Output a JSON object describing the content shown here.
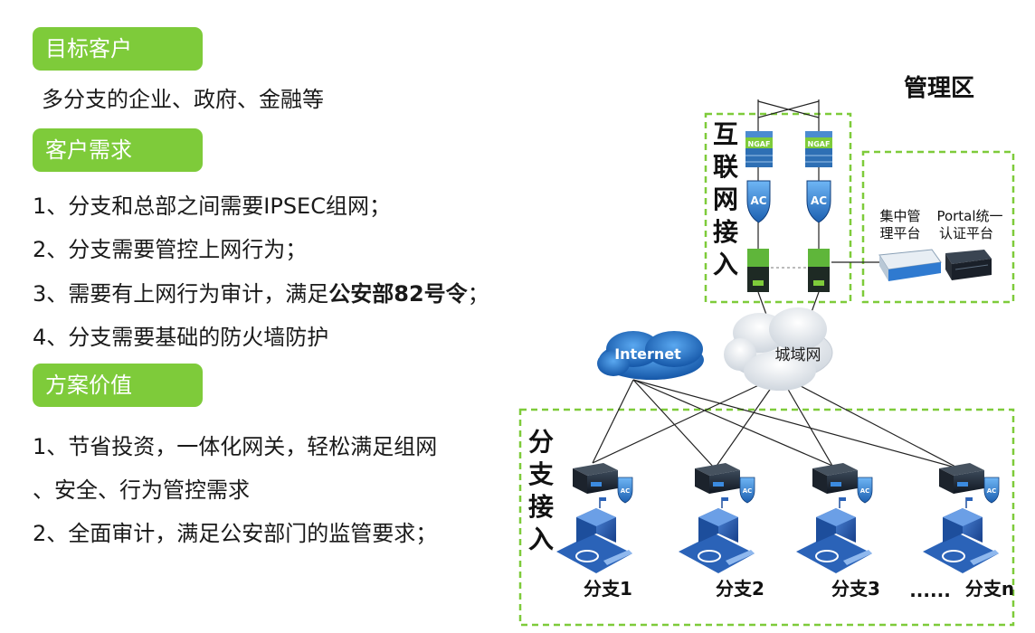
{
  "left": {
    "target_header": "目标客户",
    "target_text": "多分支的企业、政府、金融等",
    "needs_header": "客户需求",
    "needs": [
      {
        "prefix": "1、分支和总部之间需要IPSEC组网；",
        "bold": "",
        "suffix": ""
      },
      {
        "prefix": "2、分支需要管控上网行为；",
        "bold": "",
        "suffix": ""
      },
      {
        "prefix": "3、需要有上网行为审计，满足",
        "bold": "公安部82号令",
        "suffix": "；"
      },
      {
        "prefix": "4、分支需要基础的防火墙防护",
        "bold": "",
        "suffix": ""
      }
    ],
    "value_header": "方案价值",
    "values": [
      "1、节省投资，一体化网关，轻松满足组网",
      "、安全、行为管控需求",
      "2、全面审计，满足公安部门的监管要求；"
    ]
  },
  "diagram": {
    "mgmt_title": "管理区",
    "internet_zone": "互联网接入",
    "branch_zone": "分支接入",
    "platform_central": [
      "集中管",
      "理平台"
    ],
    "platform_portal": [
      "Portal统一",
      "认证平台"
    ],
    "cloud_internet": "Internet",
    "cloud_metro": "城域网",
    "device_ngaf": "NGAF",
    "device_ac": "AC",
    "branches": [
      "分支1",
      "分支2",
      "分支3",
      "分支n"
    ],
    "ellipsis": "......",
    "colors": {
      "green": "#7ecb3a",
      "dash": "#7ecb3a",
      "blue": "#1f6fc4"
    }
  }
}
